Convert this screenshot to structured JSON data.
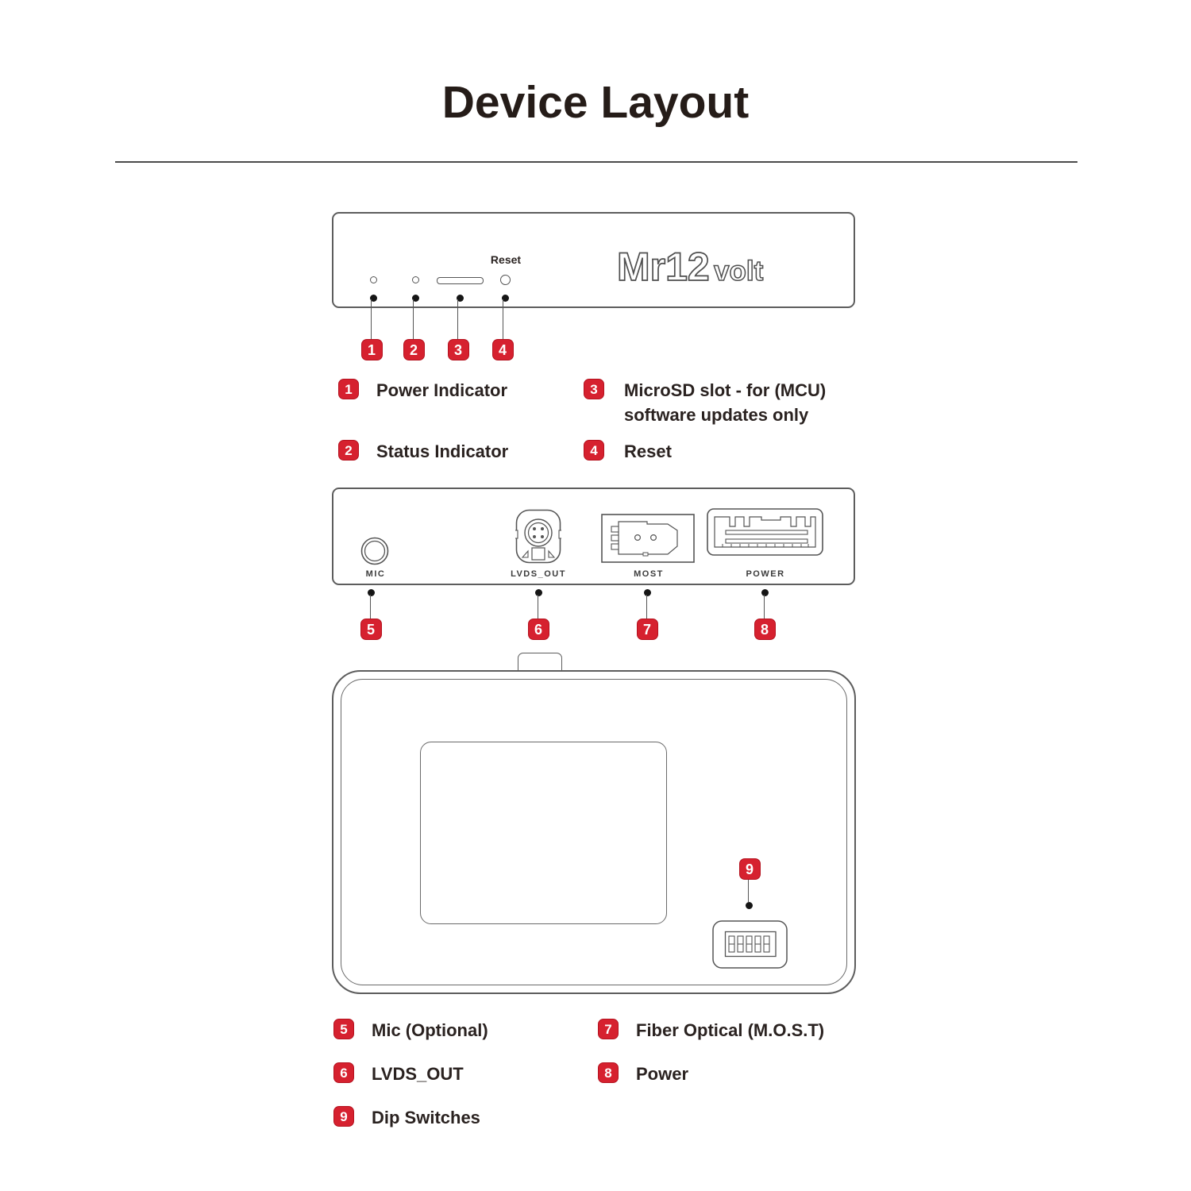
{
  "title": "Device Layout",
  "colors": {
    "badge_red": "#d6212f",
    "badge_border": "#b5121f",
    "outline_gray": "#5d5d5d",
    "text_dark": "#2a2220"
  },
  "front_panel": {
    "reset_label": "Reset",
    "logo_part1": "Mr12",
    "logo_part2": "volt",
    "markers": [
      "1",
      "2",
      "3",
      "4"
    ]
  },
  "rear_panel": {
    "ports": [
      {
        "label": "MIC"
      },
      {
        "label": "LVDS_OUT"
      },
      {
        "label": "MOST"
      },
      {
        "label": "POWER"
      }
    ],
    "markers": [
      "5",
      "6",
      "7",
      "8"
    ]
  },
  "top_view": {
    "marker": "9"
  },
  "legend_top": [
    {
      "num": "1",
      "label": "Power Indicator"
    },
    {
      "num": "2",
      "label": "Status Indicator"
    },
    {
      "num": "3",
      "label_line1": "MicroSD slot - for (MCU)",
      "label_line2": "software updates only"
    },
    {
      "num": "4",
      "label": "Reset"
    }
  ],
  "legend_bottom": [
    {
      "num": "5",
      "label": "Mic (Optional)"
    },
    {
      "num": "6",
      "label": "LVDS_OUT"
    },
    {
      "num": "7",
      "label": "Fiber Optical (M.O.S.T)"
    },
    {
      "num": "8",
      "label": "Power"
    },
    {
      "num": "9",
      "label": "Dip Switches"
    }
  ]
}
